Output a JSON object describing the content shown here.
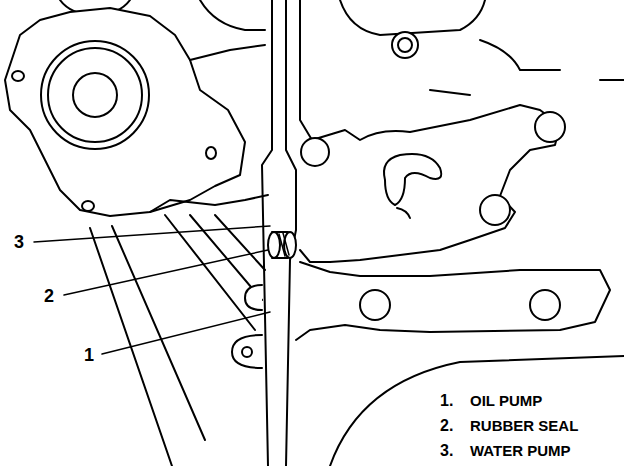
{
  "diagram": {
    "labels": [
      "3",
      "2",
      "1",
      "1.",
      "OIL PUMP",
      "2.",
      "RUBBER SEAL",
      "3.",
      "WATER PUMP"
    ]
  }
}
